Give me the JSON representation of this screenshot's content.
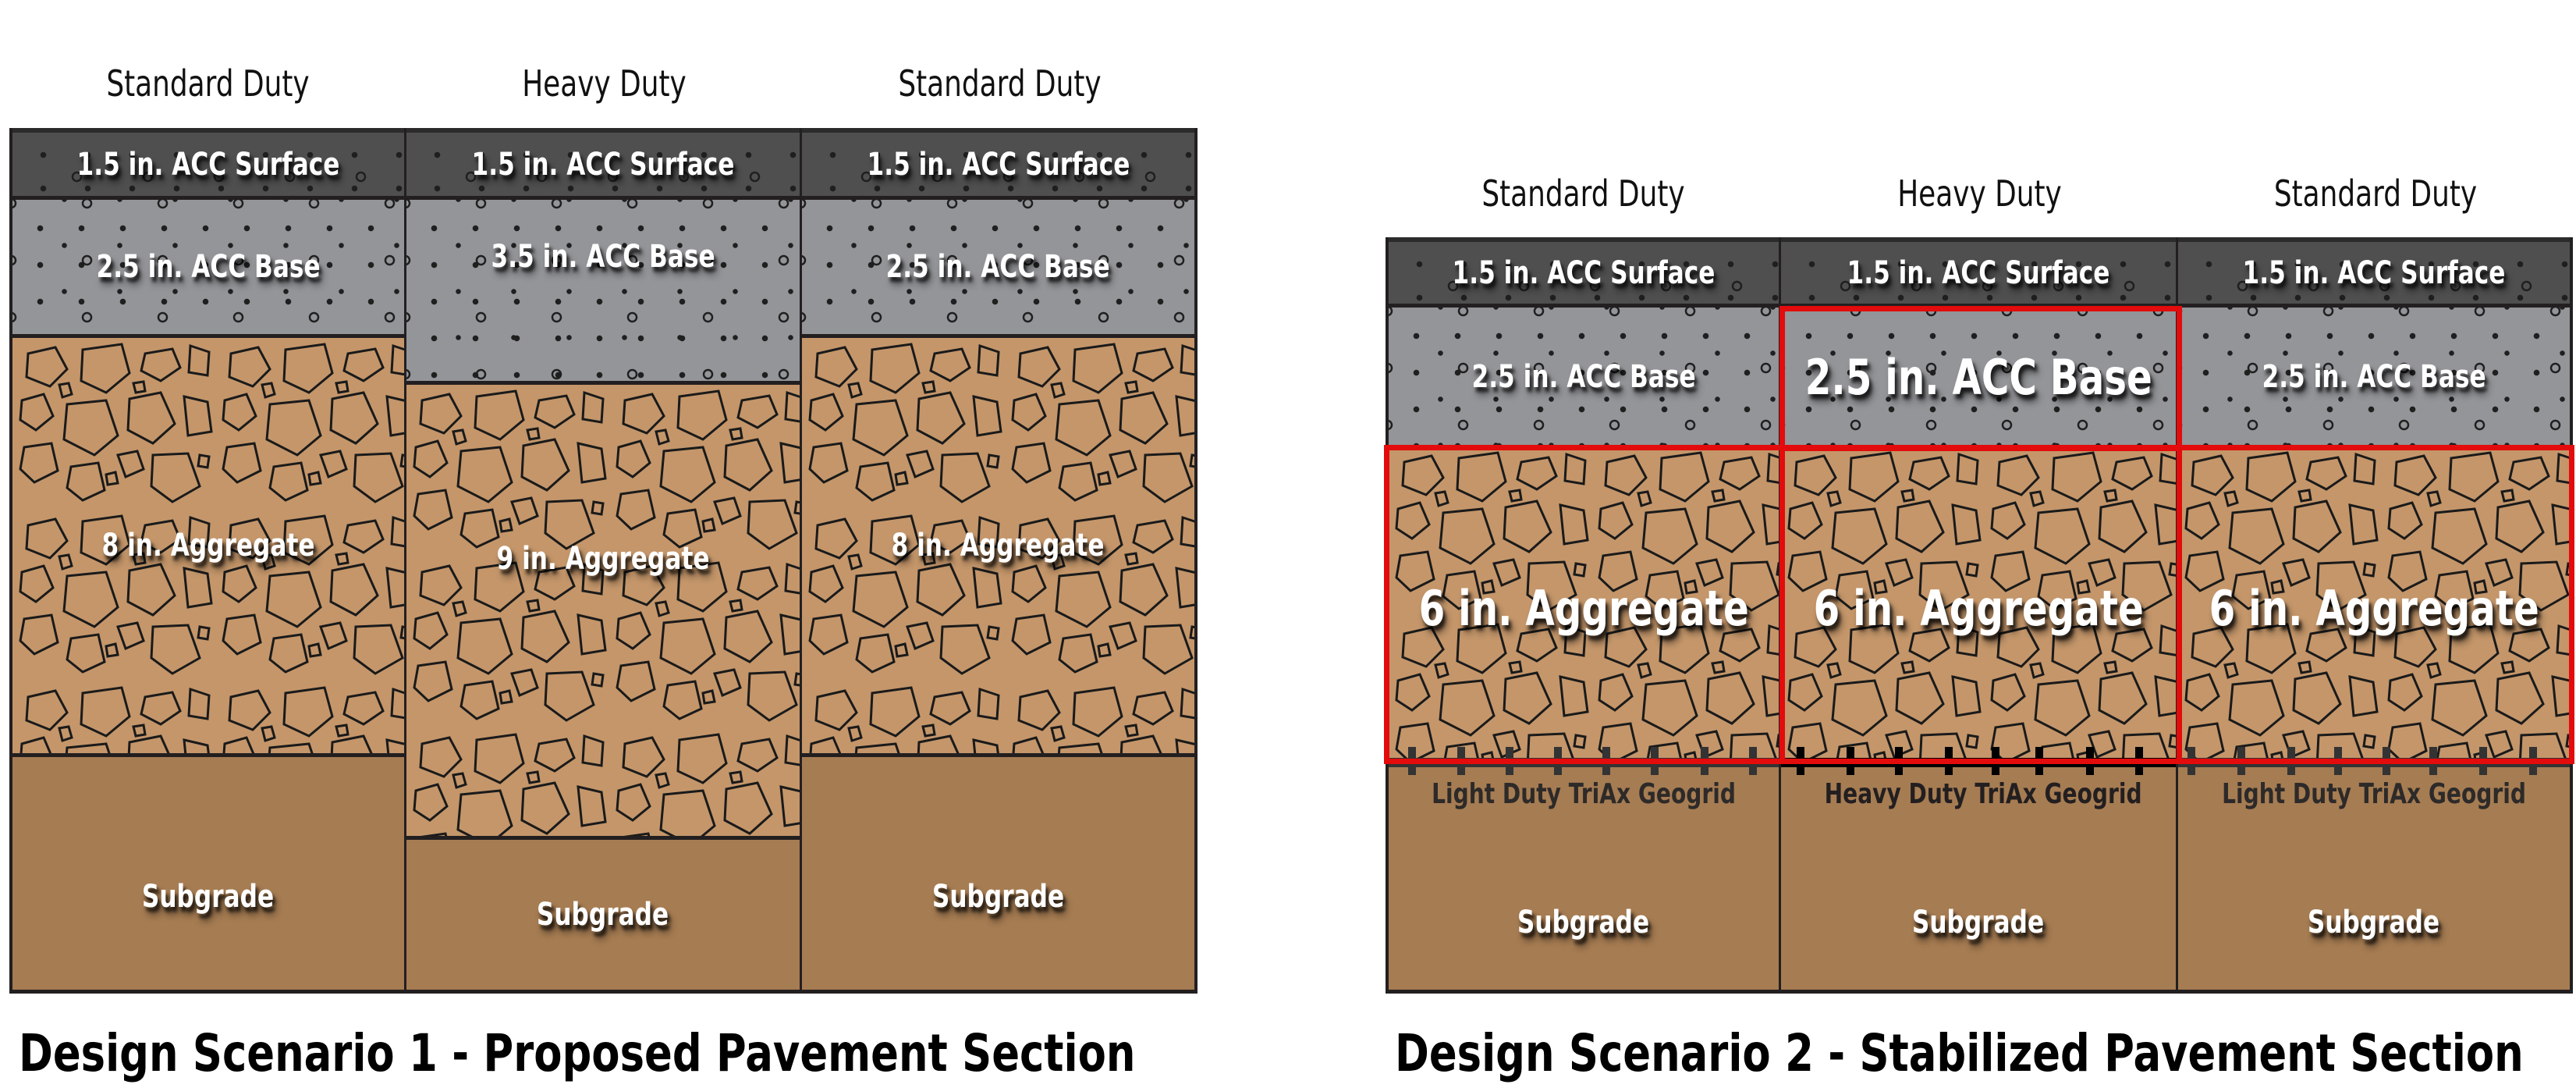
{
  "colors": {
    "surface": "#4f4f50",
    "base": "#939598",
    "aggregate": "#c4966a",
    "subgrade": "#a67c52",
    "outline": "#231f20",
    "highlight": "#e30b0b",
    "geogrid_light": "#333333",
    "geogrid_heavy": "#000000"
  },
  "scenario1": {
    "title": "Design Scenario 1 - Proposed Pavement Section",
    "columns": [
      {
        "header": "Standard Duty",
        "surface": "1.5 in. ACC Surface",
        "base": "2.5 in. ACC Base",
        "aggregate": "8 in. Aggregate",
        "subgrade": "Subgrade"
      },
      {
        "header": "Heavy Duty",
        "surface": "1.5 in. ACC Surface",
        "base": "3.5 in. ACC Base",
        "aggregate": "9 in. Aggregate",
        "subgrade": "Subgrade"
      },
      {
        "header": "Standard Duty",
        "surface": "1.5 in. ACC Surface",
        "base": "2.5 in. ACC Base",
        "aggregate": "8 in. Aggregate",
        "subgrade": "Subgrade"
      }
    ]
  },
  "scenario2": {
    "title": "Design Scenario 2 - Stabilized Pavement Section",
    "columns": [
      {
        "header": "Standard Duty",
        "surface": "1.5 in. ACC Surface",
        "base": "2.5 in. ACC Base",
        "aggregate": "6 in. Aggregate",
        "geogrid": "Light Duty TriAx Geogrid",
        "subgrade": "Subgrade"
      },
      {
        "header": "Heavy Duty",
        "surface": "1.5 in. ACC Surface",
        "base": "2.5 in. ACC Base",
        "aggregate": "6 in. Aggregate",
        "geogrid": "Heavy Duty TriAx Geogrid",
        "subgrade": "Subgrade"
      },
      {
        "header": "Standard Duty",
        "surface": "1.5 in. ACC Surface",
        "base": "2.5 in. ACC Base",
        "aggregate": "6 in. Aggregate",
        "geogrid": "Light Duty TriAx Geogrid",
        "subgrade": "Subgrade"
      }
    ]
  }
}
